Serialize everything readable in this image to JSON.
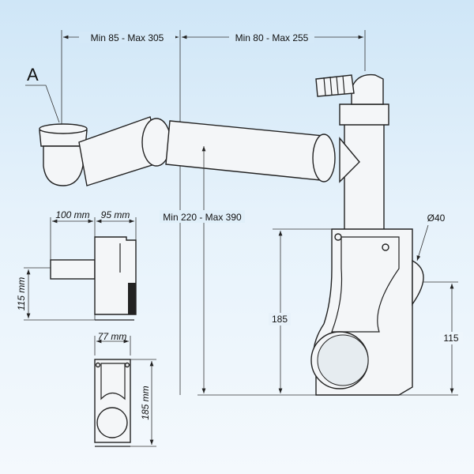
{
  "main_view": {
    "label_a": "A",
    "dim_top_left": "Min 85 - Max 305",
    "dim_top_right": "Min 80 - Max 255",
    "dim_vertical": "Min 220 - Max 390",
    "dim_diameter": "Ø40",
    "dim_185": "185",
    "dim_115": "115"
  },
  "side_view": {
    "dim_width_a": "100 mm",
    "dim_width_b": "95 mm",
    "dim_height": "115 mm"
  },
  "front_view": {
    "dim_width": "77 mm",
    "dim_height": "185 mm"
  }
}
